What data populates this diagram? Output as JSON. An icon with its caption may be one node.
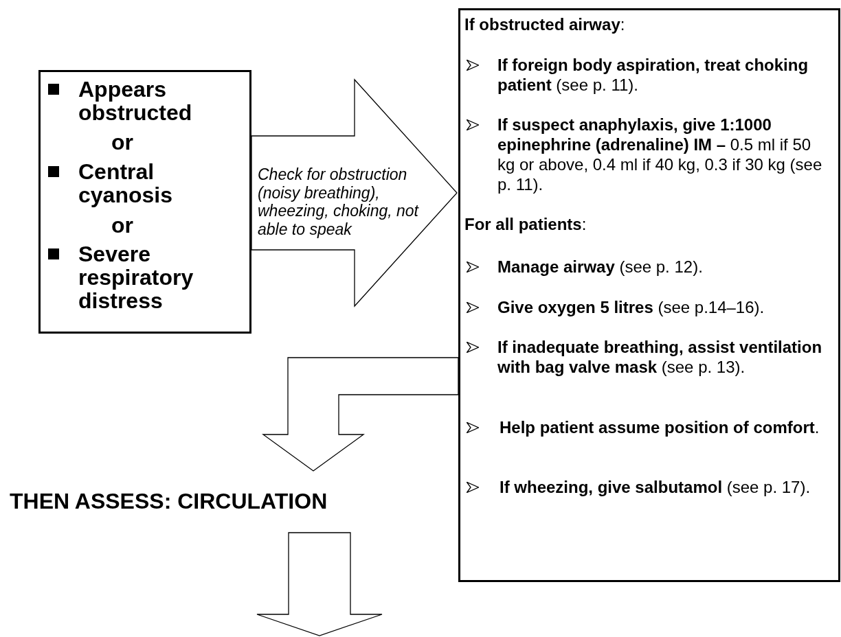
{
  "diagram": {
    "nodes": [
      {
        "text": [
          "Appears obstructed",
          "or",
          "Central cyanosis",
          "or",
          "Severe respiratory distress"
        ]
      },
      {
        "text": [
          "**If obstructed airway**:",
          "**If foreign body aspiration, treat choking patient** (see p. 11).",
          "**If suspect anaphylaxis, give 1:1000 epinephrine (adrenaline) IM –** 0.5 ml if 50 kg or above, 0.4 ml if 40 kg, 0.3 if 30 kg (see p. 11).",
          "**For all patients**:",
          "**Manage airway** (see p. 12).",
          "**Give oxygen 5 litres** (see p.14–16).",
          "**If inadequate breathing, assist ventilation with bag valve mask** (see p. 13).",
          "**Help patient assume position of comfort**.",
          "**If wheezing, give salbutamol** (see p. 17)."
        ]
      },
      {
        "text": [
          "THEN ASSESS: CIRCULATION"
        ]
      }
    ],
    "edges": [
      {
        "from": 0,
        "to": 1,
        "arrow": "to",
        "label": "Check for obstruction (noisy breathing), wheezing, choking, not able to speak"
      },
      {
        "from": 1,
        "to": 2,
        "arrow": "to"
      },
      {
        "from": 2,
        "to": null,
        "arrow": "to"
      }
    ]
  }
}
